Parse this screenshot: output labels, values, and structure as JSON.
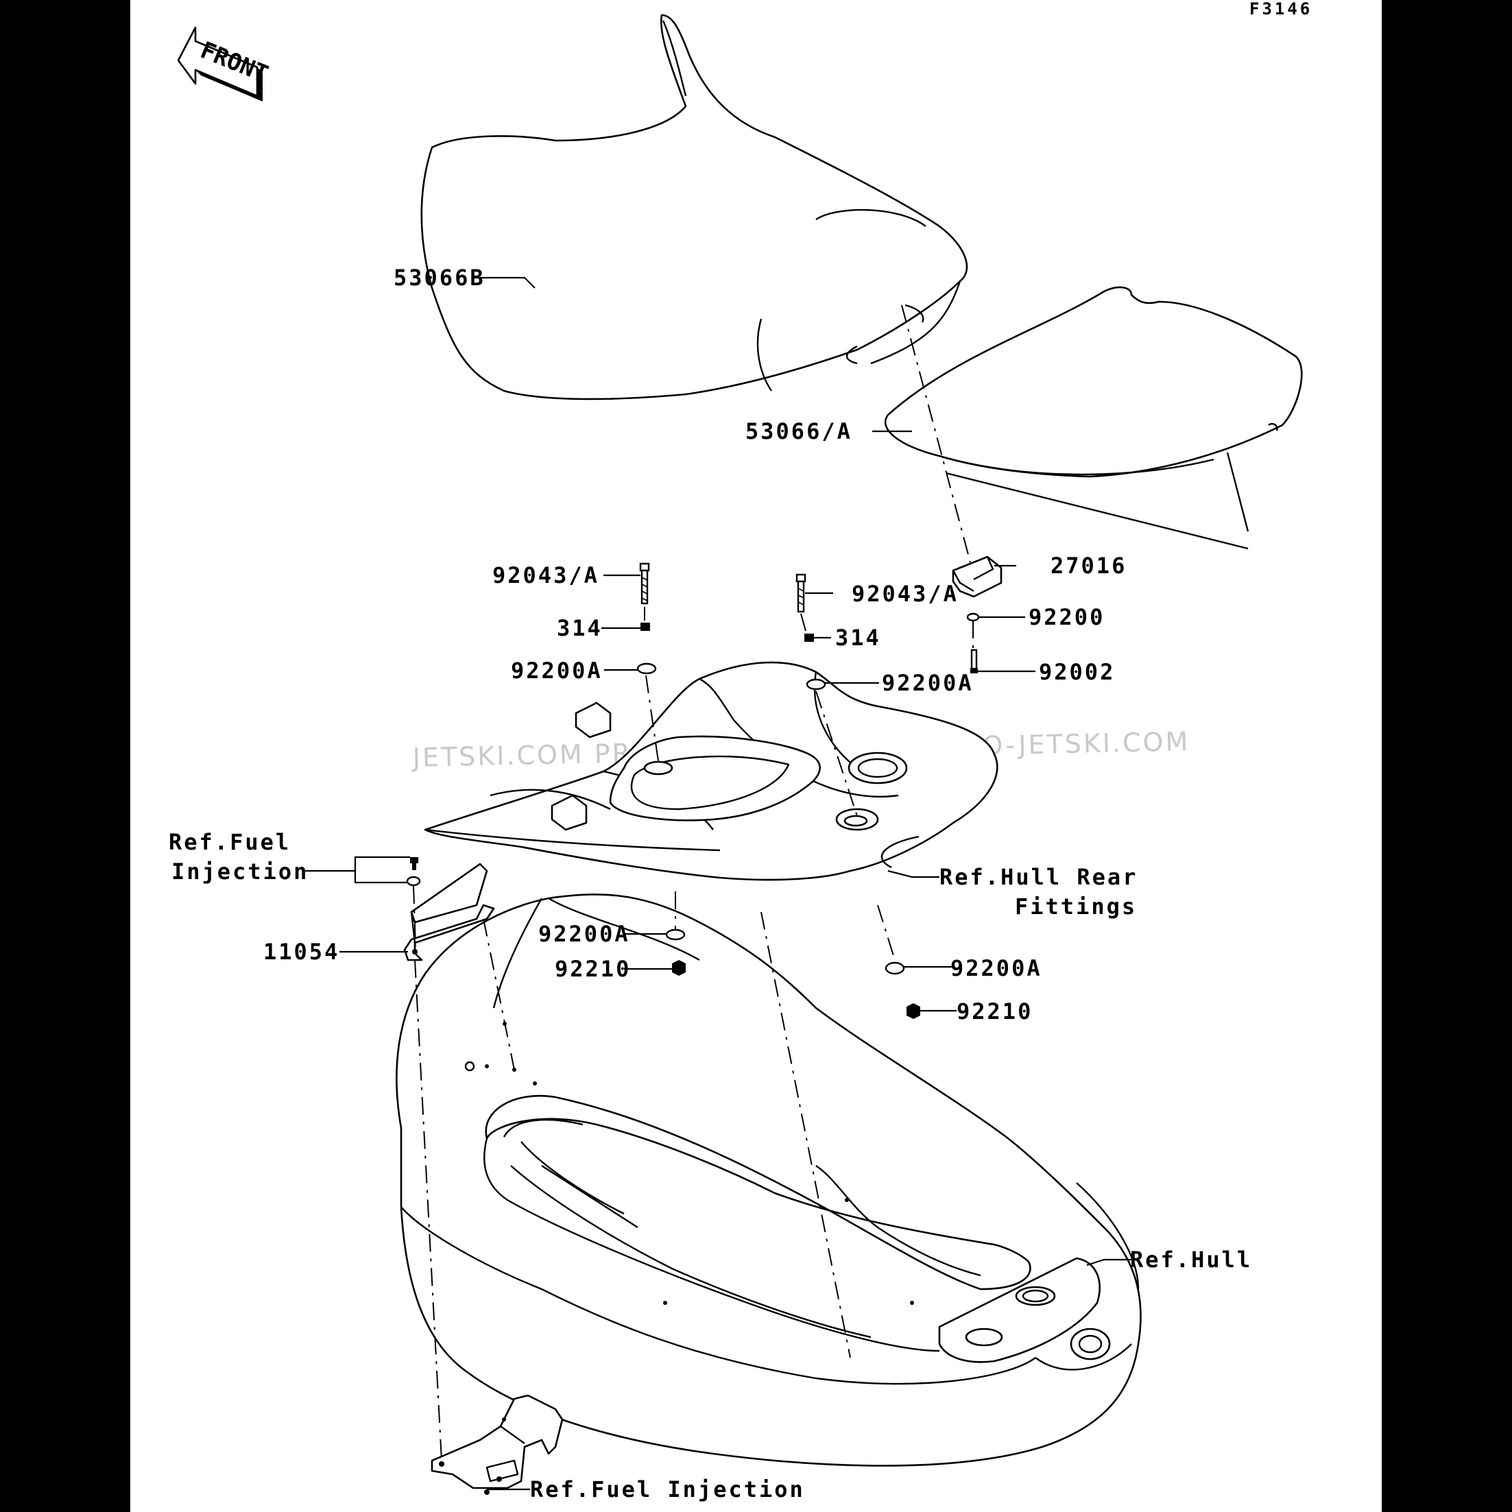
{
  "diagram": {
    "figure_code": "F3146",
    "front_marker": "FRONT",
    "watermark": "JETSKI.COM   PROMO-JETSKI.COM   PROMO-JETSKI.COM",
    "labels": {
      "seat_front": "53066B",
      "seat_rear": "53066/A",
      "bolt_left": "92043/A",
      "bolt_right": "92043/A",
      "bumper": "27016",
      "nut_left": "314",
      "nut_right": "314",
      "washer_small": "92200",
      "washer_left_top": "92200A",
      "washer_right_top": "92200A",
      "screw": "92002",
      "ref_fuel_injection_1_line1": "Ref.Fuel",
      "ref_fuel_injection_1_line2": "Injection",
      "ref_hull_rear_line1": "Ref.Hull Rear",
      "ref_hull_rear_line2": "Fittings",
      "bracket": "11054",
      "washer_left_bottom": "92200A",
      "washer_right_bottom": "92200A",
      "nut_flange_left": "92210",
      "nut_flange_right": "92210",
      "ref_hull": "Ref.Hull",
      "ref_fuel_injection_2": "Ref.Fuel Injection"
    }
  }
}
